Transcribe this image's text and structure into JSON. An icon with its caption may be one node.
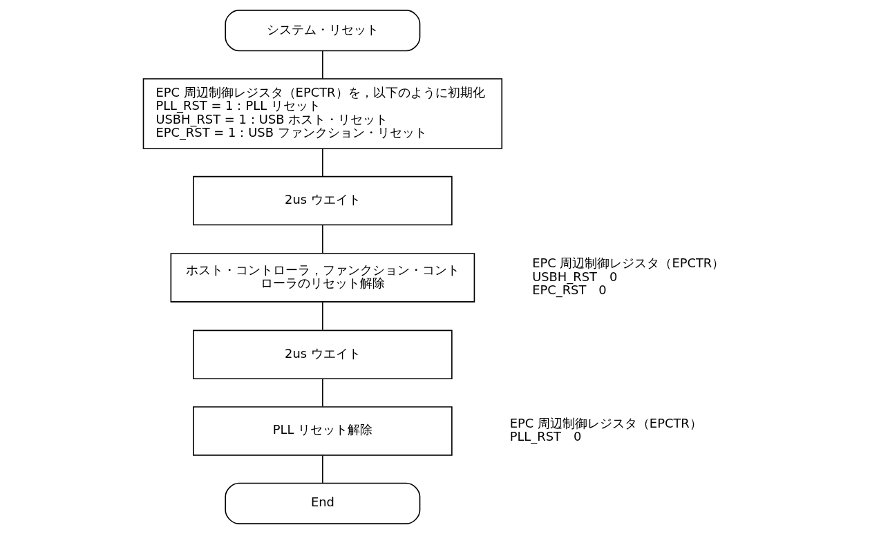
{
  "diagram": {
    "nodes": [
      {
        "text": [
          "システム・リセット"
        ]
      },
      {
        "text": [
          "EPC 周辺制御レジスタ（EPCTR）を，以下のように初期化",
          "PLL_RST = 1：PLL リセット",
          "USBH_RST = 1：USB ホスト・リセット",
          "EPC_RST = 1：USB ファンクション・リセット"
        ]
      },
      {
        "text": [
          "2us ウエイト"
        ]
      },
      {
        "text": [
          "ホスト・コントローラ，ファンクション・コントローラのリセット解除"
        ],
        "beside": [
          "EPC 周辺制御レジスタ（EPCTR）",
          "USBH_RST　0",
          "EPC_RST　0"
        ]
      },
      {
        "text": [
          "2us ウエイト"
        ]
      },
      {
        "text": [
          "PLL リセット解除"
        ],
        "beside": [
          "EPC 周辺制御レジスタ（EPCTR）",
          "PLL_RST　0"
        ]
      },
      {
        "text": [
          "End"
        ]
      }
    ],
    "edges": [
      {
        "from": 0,
        "to": 1,
        "arrow": "none"
      },
      {
        "from": 1,
        "to": 2,
        "arrow": "none"
      },
      {
        "from": 2,
        "to": 3,
        "arrow": "none"
      },
      {
        "from": 3,
        "to": 4,
        "arrow": "none"
      },
      {
        "from": 4,
        "to": 5,
        "arrow": "none"
      },
      {
        "from": 5,
        "to": 6,
        "arrow": "none"
      }
    ]
  }
}
